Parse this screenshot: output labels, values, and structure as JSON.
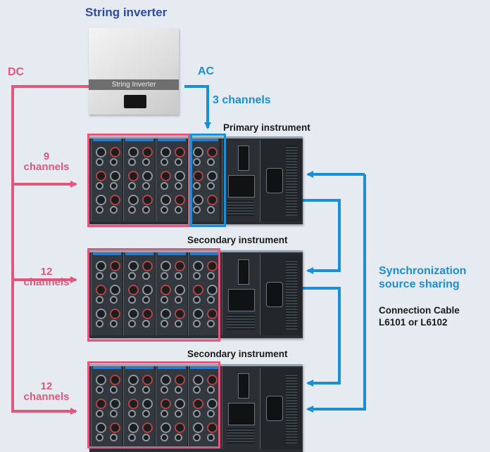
{
  "title": "String inverter",
  "inverter_label": "String Inverter",
  "dc_label": "DC",
  "ac_label": "AC",
  "ac_channels": "3 channels",
  "instruments": [
    {
      "label": "Primary instrument",
      "channels_num": "9",
      "channels_word": "channels"
    },
    {
      "label": "Secondary instrument",
      "channels_num": "12",
      "channels_word": "channels"
    },
    {
      "label": "Secondary instrument",
      "channels_num": "12",
      "channels_word": "channels"
    }
  ],
  "sync": {
    "line1": "Synchronization",
    "line2": "source sharing"
  },
  "cable": {
    "line1": "Connection Cable",
    "line2": "L6101 or L6102"
  },
  "colors": {
    "dc": "#e4577c",
    "ac": "#1a8fd6",
    "title": "#2f4aa6"
  }
}
